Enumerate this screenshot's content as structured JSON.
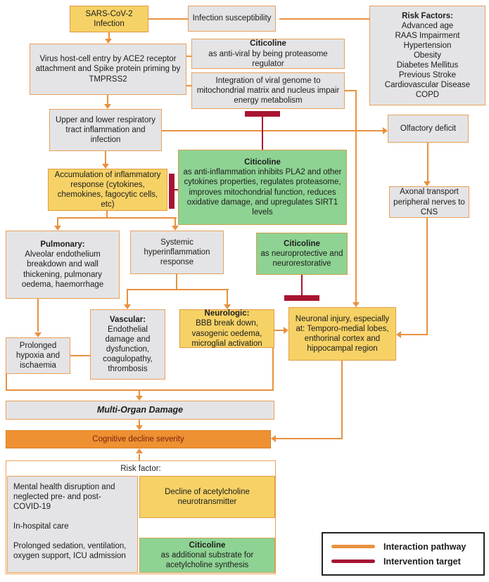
{
  "colors": {
    "pathway_orange": "#e8913f",
    "intervention_red": "#a81431",
    "gray_box": "#e4e4e6",
    "yellow_box": "#f6d266",
    "green_box": "#8ed393",
    "orange_box": "#ee9132"
  },
  "nodes": {
    "sars": {
      "body": "SARS-CoV-2 Infection"
    },
    "infection_susceptibility": {
      "body": "Infection susceptibility"
    },
    "risk_factors": {
      "title": "Risk Factors:",
      "body": "Advanced age\nRAAS Impairment\nHypertension\nObesity\nDiabetes Mellitus\nPrevious Stroke\nCardiovascular Disease\nCOPD"
    },
    "virus_entry": {
      "body": "Virus host-cell entry by ACE2 receptor attachment and Spike protein priming by TMPRSS2"
    },
    "citicoline_antiviral": {
      "title": "Citicoline",
      "body": "as anti-viral by being proteasome regulator"
    },
    "integration": {
      "body": "Integration of viral genome to mitochondrial matrix and nucleus impair energy metabolism"
    },
    "upper_respiratory": {
      "body": "Upper and lower respiratory tract inflammation and infection"
    },
    "olfactory": {
      "body": "Olfactory deficit"
    },
    "accumulation": {
      "body": "Accumulation of inflammatory response (cytokines, chemokines, fagocytic cells, etc)"
    },
    "citicoline_antiinflammation": {
      "title": "Citicoline",
      "body": "as anti-inflammation inhibits PLA2 and other cytokines properties, regulates proteasome, improves mitochondrial function, reduces oxidative damage, and upregulates SIRT1 levels"
    },
    "axonal_transport": {
      "body": "Axonal transport peripheral nerves to CNS"
    },
    "pulmonary": {
      "title": "Pulmonary:",
      "body": "Alveolar endothelium breakdown and wall thickening, pulmonary oedema, haemorrhage"
    },
    "systemic": {
      "body": "Systemic hyperinflammation response"
    },
    "citicoline_neuroprotective": {
      "title": "Citicoline",
      "body": "as neuroprotective and neurorestorative"
    },
    "prolonged_hypoxia": {
      "body": "Prolonged hypoxia and ischaemia"
    },
    "vascular": {
      "title": "Vascular:",
      "body": "Endothelial damage and dysfunction, coagulopathy, thrombosis"
    },
    "neurologic": {
      "title": "Neurologic:",
      "body": "BBB break down, vasogenic oedema, microglial activation"
    },
    "neuronal_injury": {
      "body": "Neuronal injury, especially at: Temporo-medial lobes, enthorinal cortex and hippocampal region"
    },
    "multi_organ": {
      "body": "Multi-Organ Damage"
    },
    "cognitive_decline": {
      "body": "Cognitive decline severity"
    },
    "risk_factor_header": {
      "body": "Risk factor:"
    },
    "mental_health": {
      "body": "Mental health disruption and neglected pre- and post- COVID-19\n\nIn-hospital care\n\nProlonged sedation, ventilation, oxygen support, ICU admission"
    },
    "decline_acetylcholine": {
      "body": "Decline of acetylcholine neurotransmitter"
    },
    "citicoline_substrate": {
      "title": "Citicoline",
      "body": "as additional substrate for acetylcholine synthesis"
    }
  },
  "legend": {
    "items": [
      {
        "label": "Interaction pathway",
        "color": "#e8913f"
      },
      {
        "label": "Intervention target",
        "color": "#a81431"
      }
    ]
  }
}
